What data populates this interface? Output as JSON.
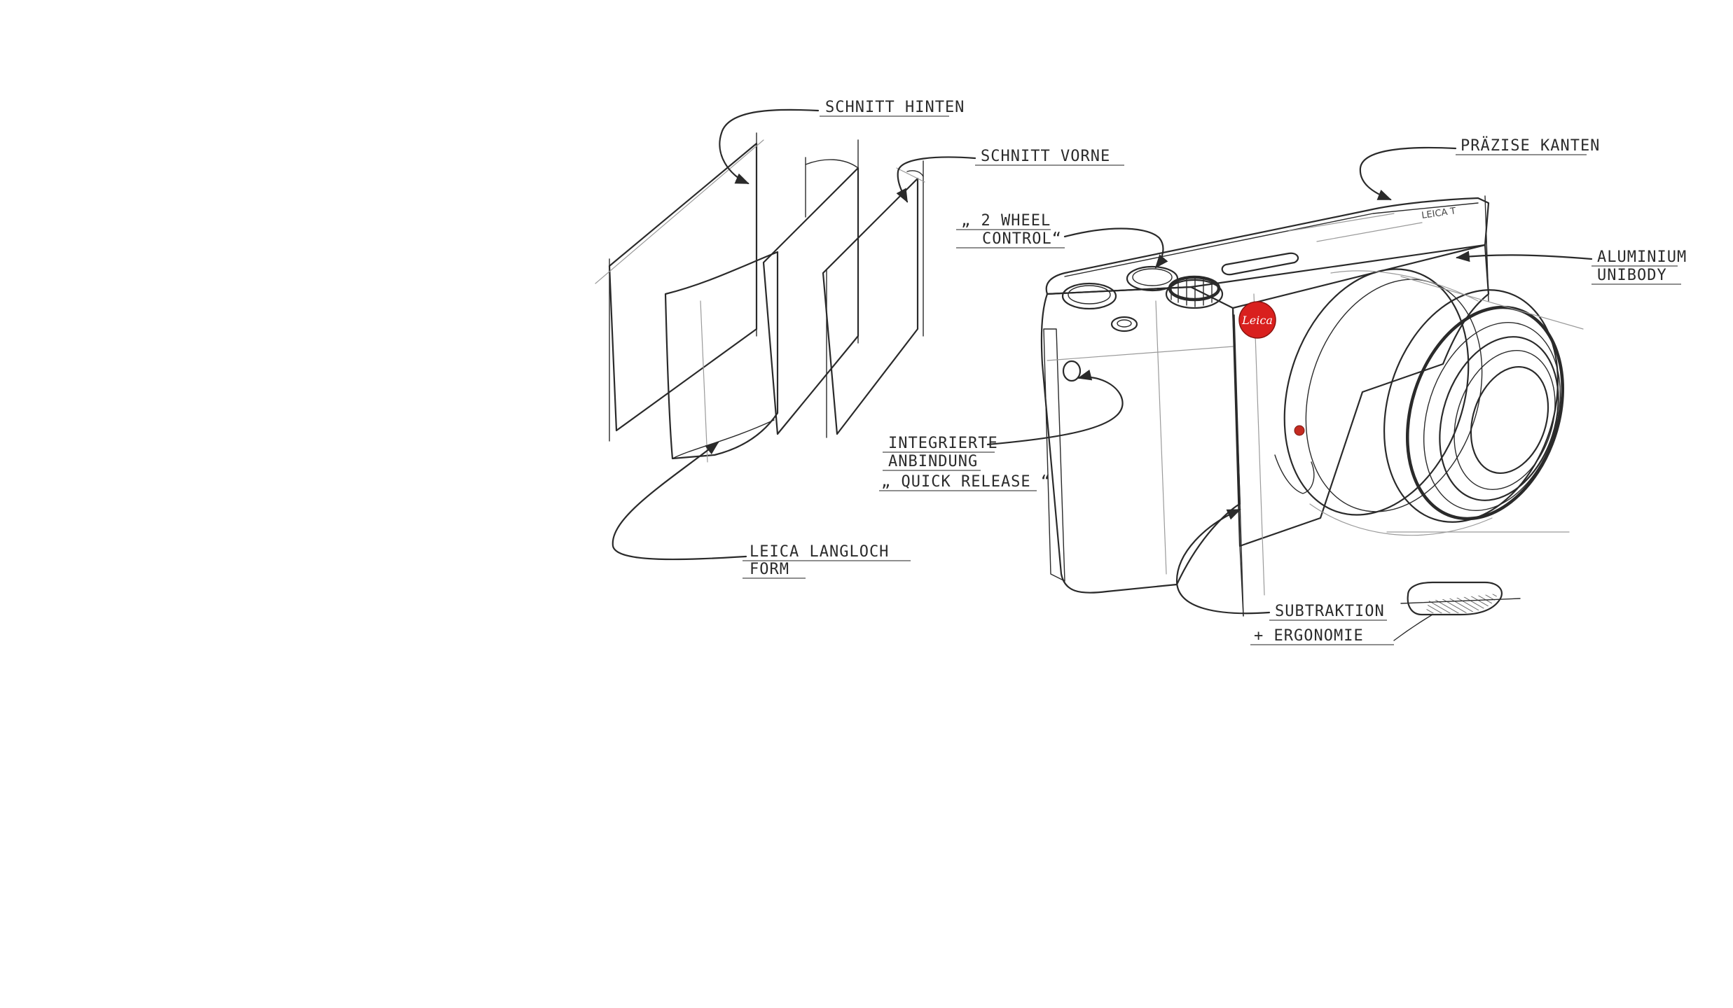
{
  "annotations": {
    "schnitt_hinten": "SCHNITT HINTEN",
    "schnitt_vorne": "SCHNITT VORNE",
    "wheel_control_1": "„ 2 WHEEL",
    "wheel_control_2": "CONTROL“",
    "praezise_kanten": "PRÄZISE KANTEN",
    "aluminium_1": "ALUMINIUM",
    "aluminium_2": "UNIBODY",
    "integrierte_1": "INTEGRIERTE",
    "integrierte_2": "ANBINDUNG",
    "integrierte_3": "„ QUICK RELEASE “",
    "leica_langloch_1": "LEICA LANGLOCH",
    "leica_langloch_2": "FORM",
    "subtraktion": "SUBTRAKTION",
    "ergonomie": "+ ERGONOMIE"
  },
  "camera_nameplate": "LEICA T",
  "logo_text": "Leica",
  "colors": {
    "ink": "#2a2a2a",
    "leica_red": "#d9201e",
    "background": "#ffffff"
  }
}
